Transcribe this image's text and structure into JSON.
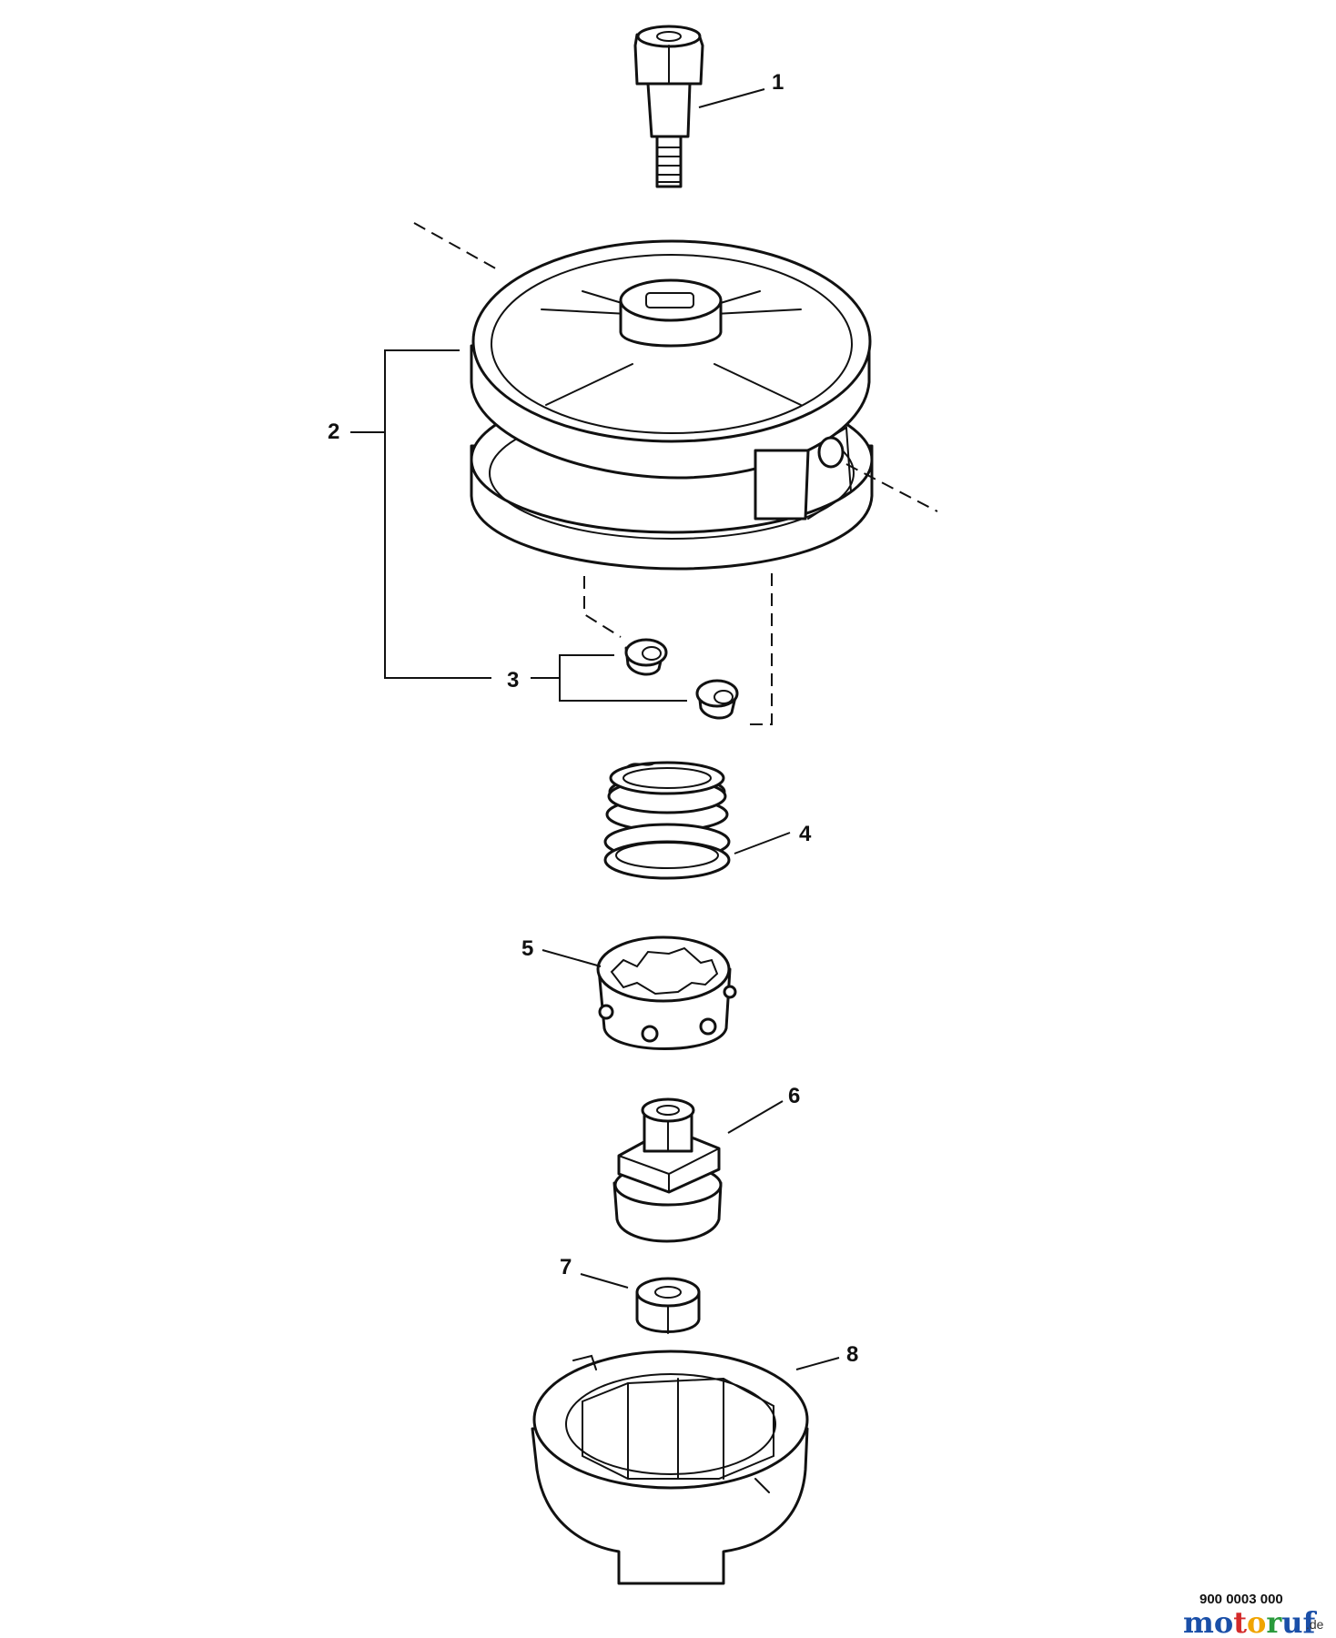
{
  "callouts": [
    "1",
    "2",
    "3",
    "4",
    "5",
    "6",
    "7",
    "8"
  ],
  "document_number": "900 0003 000",
  "watermark": {
    "text": "motoruf",
    "tld": ".de",
    "letter_colors": [
      "#1a4fa8",
      "#1a4fa8",
      "#d42a2a",
      "#f0a400",
      "#2a9a3c",
      "#1a4fa8",
      "#1a4fa8"
    ]
  },
  "colors": {
    "line": "#111111",
    "background": "#ffffff"
  }
}
